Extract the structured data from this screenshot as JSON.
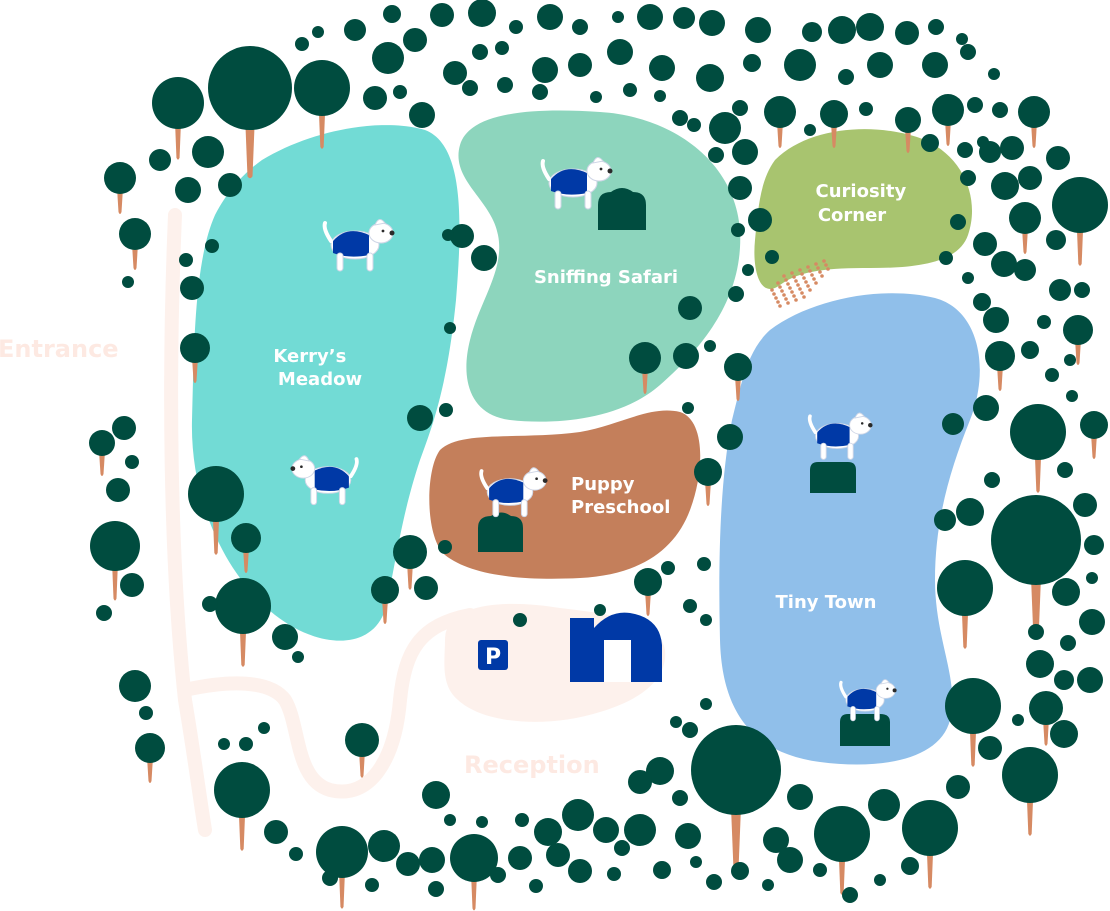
{
  "colors": {
    "tree": "#004c3f",
    "trunk": "#d68a63",
    "path": "#fdf1ec",
    "dog_blue": "#0039a6",
    "bush": "#004c3f"
  },
  "zones": [
    {
      "id": "kerrys-meadow",
      "label_lines": [
        "Kerry’s",
        "Meadow"
      ],
      "color": "#72dbd5"
    },
    {
      "id": "sniffing-safari",
      "label_lines": [
        "Sniffing Safari"
      ],
      "color": "#8dd5bd"
    },
    {
      "id": "curiosity-corner",
      "label_lines": [
        "Curiosity",
        "Corner"
      ],
      "color": "#a8c46f"
    },
    {
      "id": "puppy-preschool",
      "label_lines": [
        "Puppy",
        "Preschool"
      ],
      "color": "#c47f5b"
    },
    {
      "id": "tiny-town",
      "label_lines": [
        "Tiny Town"
      ],
      "color": "#90bfea"
    }
  ],
  "entrance": {
    "label": "Entrance"
  },
  "reception": {
    "label": "Reception"
  },
  "parking": {
    "label": "P",
    "icon": "parking-icon"
  },
  "logo": {
    "icon": "b-logo-icon"
  }
}
